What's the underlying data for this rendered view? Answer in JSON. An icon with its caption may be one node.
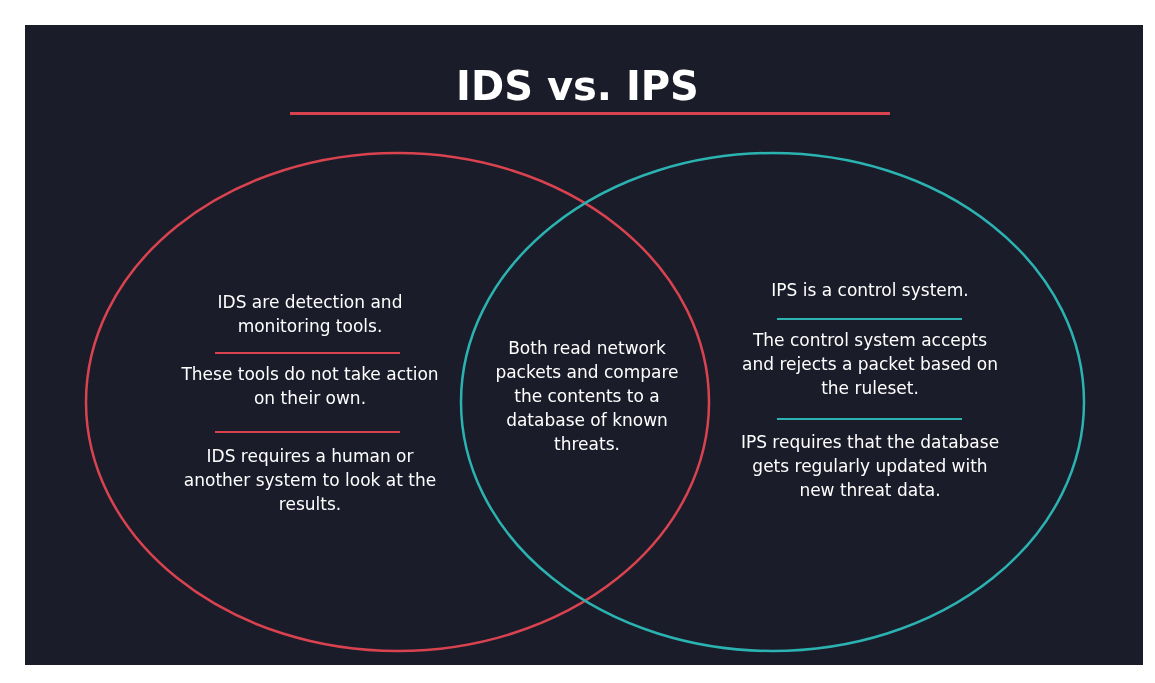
{
  "diagram": {
    "title": "IDS vs. IPS",
    "nodes": [
      {
        "text": [
          "IDS are detection and monitoring tools.",
          "These tools do not take action on their own.",
          "IDS requires a human or another system to look at the results."
        ]
      },
      {
        "text": [
          "IPS is a control system.",
          "The control system accepts and rejects a packet based on the ruleset.",
          "IPS requires that the database gets regularly updated with new threat data."
        ]
      }
    ],
    "labels": [
      "Both read network packets and compare the contents to a database of known threats."
    ]
  }
}
